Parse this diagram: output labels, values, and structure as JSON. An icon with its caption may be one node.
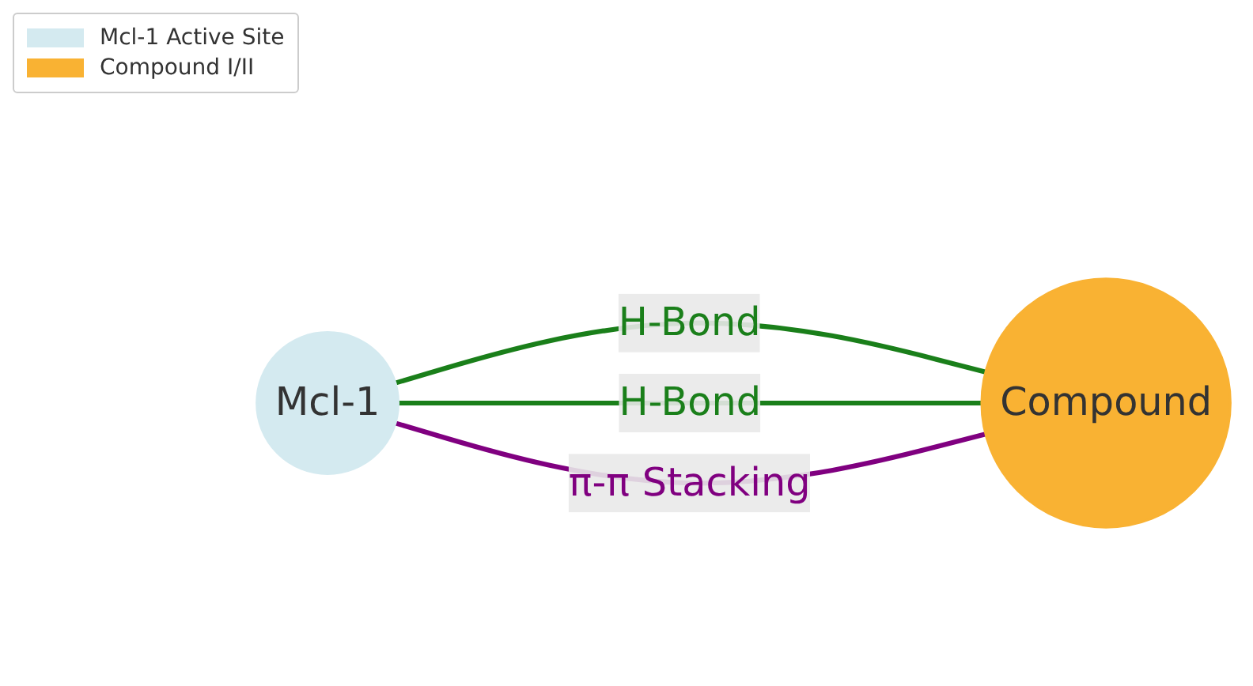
{
  "diagram": {
    "nodes": [
      {
        "text": [
          "Mcl-1"
        ]
      },
      {
        "text": [
          "Compound"
        ]
      }
    ],
    "edges": [
      {
        "from": 0,
        "to": 1,
        "arrow": "none",
        "label": "H-Bond",
        "color": "#1a7f1a"
      },
      {
        "from": 0,
        "to": 1,
        "arrow": "none",
        "label": "H-Bond",
        "color": "#1a7f1a"
      },
      {
        "from": 0,
        "to": 1,
        "arrow": "none",
        "label": "π-π Stacking",
        "color": "#800080"
      }
    ],
    "legend": [
      {
        "text": "Mcl-1 Active Site",
        "color": "#d4eaf0"
      },
      {
        "text": "Compound I/II",
        "color": "#f9b233"
      }
    ]
  }
}
